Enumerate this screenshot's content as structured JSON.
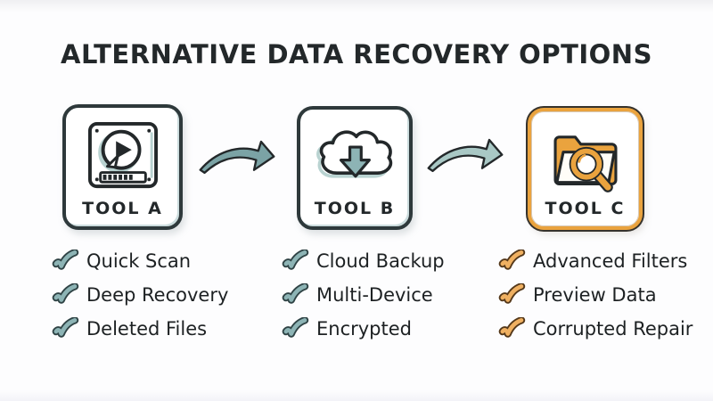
{
  "title": "ALTERNATIVE DATA RECOVERY OPTIONS",
  "tools": [
    {
      "label": "TOOL A",
      "icon": "hard-drive-scan-icon",
      "features": [
        "Quick Scan",
        "Deep Recovery",
        "Deleted Files"
      ]
    },
    {
      "label": "TOOL B",
      "icon": "cloud-download-icon",
      "features": [
        "Cloud Backup",
        "Multi-Device",
        "Encrypted"
      ]
    },
    {
      "label": "TOOL C",
      "icon": "folder-search-icon",
      "features": [
        "Advanced Filters",
        "Preview Data",
        "Corrupted Repair"
      ]
    }
  ],
  "arrows": [
    {
      "name": "arrow-a-to-b",
      "color": "#7ba3a5"
    },
    {
      "name": "arrow-b-to-c",
      "color": "#a9c8c5"
    }
  ],
  "colors": {
    "background": "#fdfdfe",
    "ink": "#23282a",
    "teal": "#8db4b5",
    "teal_light": "#b9d3d1",
    "teal_dark_arrow": "#7ba3a5",
    "teal_light_arrow": "#a9c8c5",
    "orange": "#eaa33e",
    "check_teal": "#8db4b5",
    "check_outline_teal": "#2f4345",
    "check_orange": "#efb061",
    "check_outline_orange": "#54381a",
    "card_border_dark": "#2e393b"
  }
}
